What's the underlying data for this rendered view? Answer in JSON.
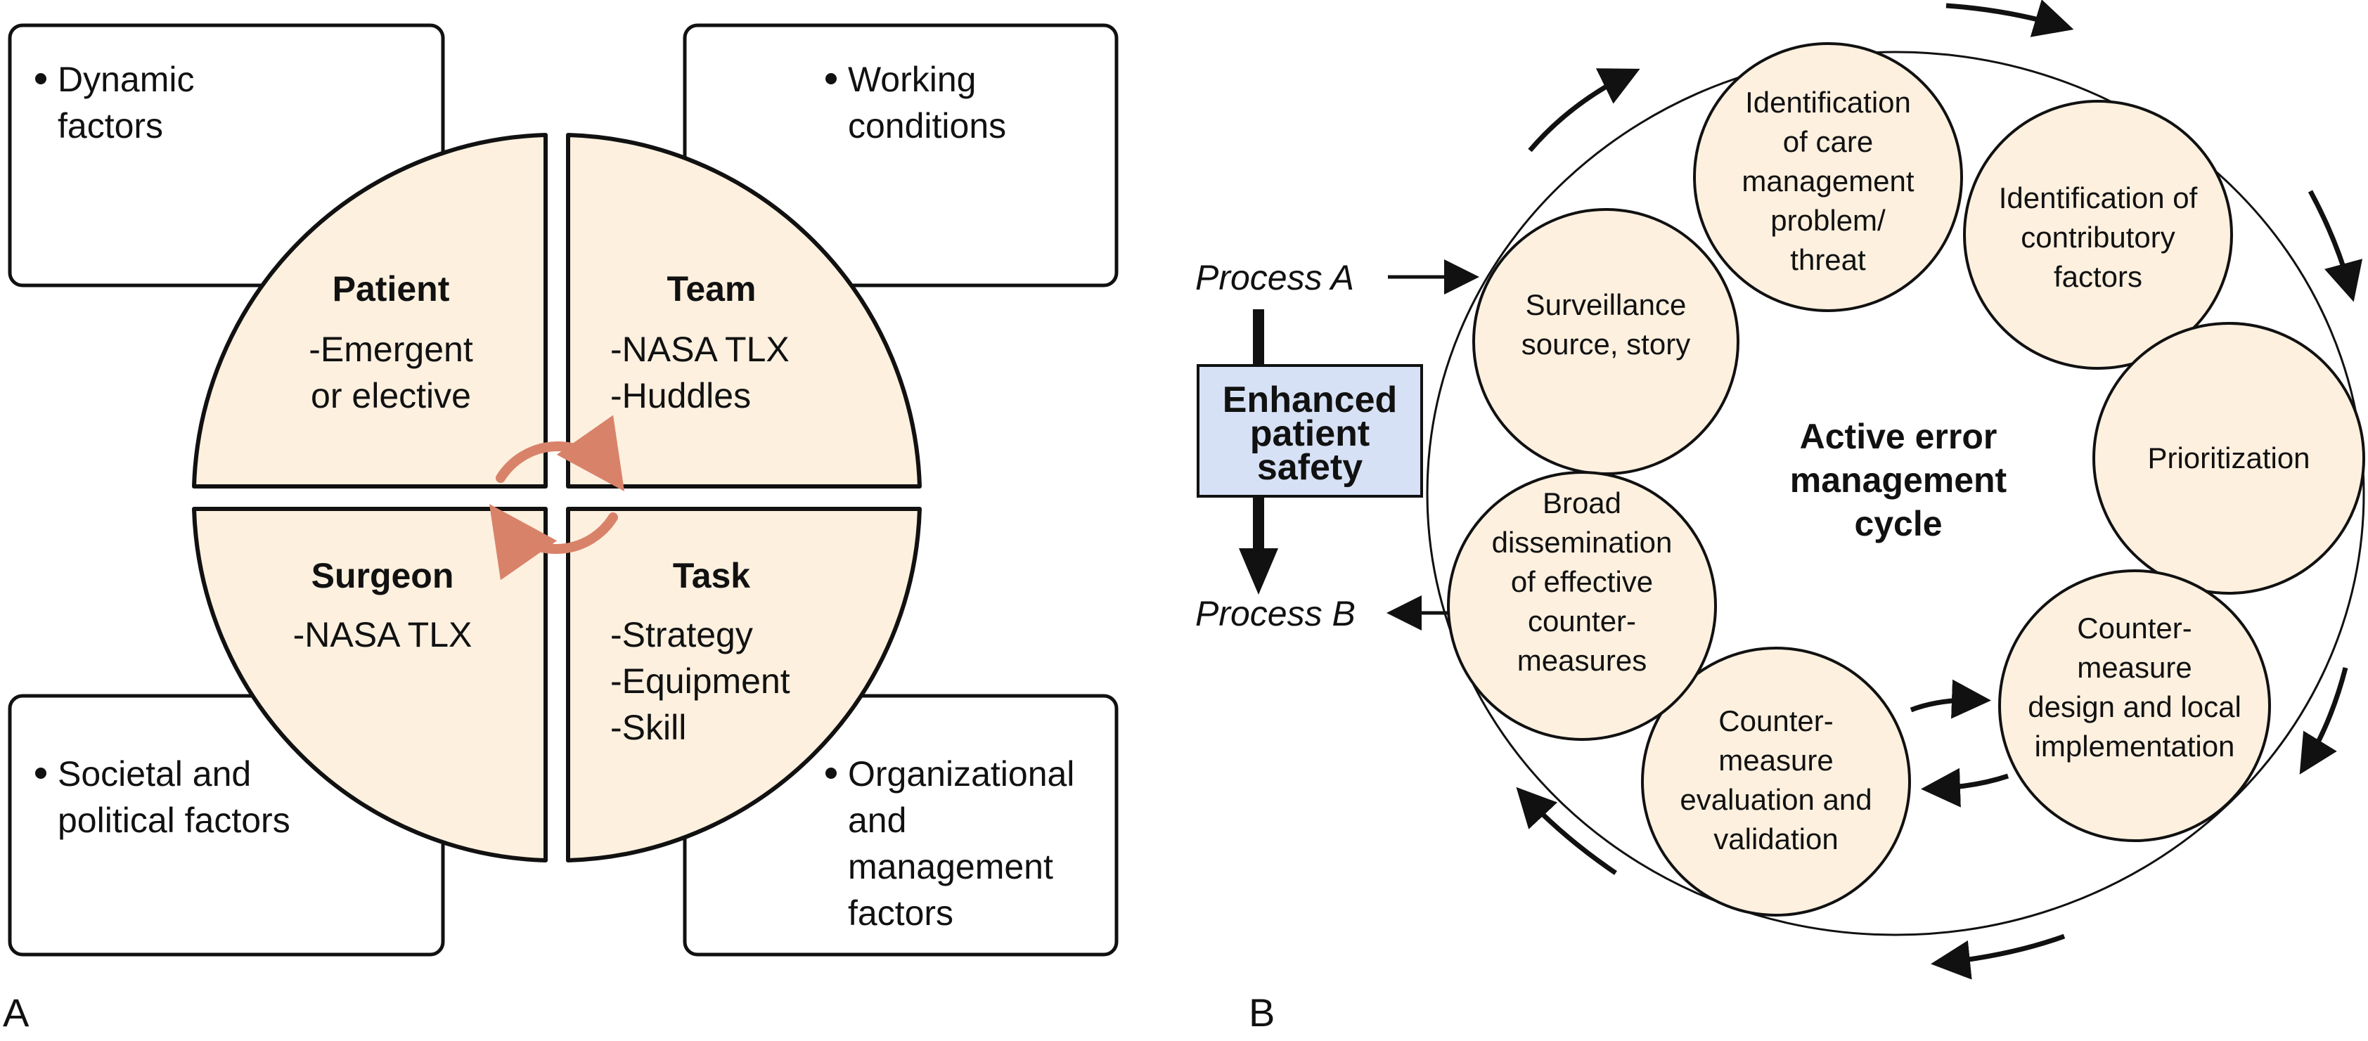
{
  "colors": {
    "quadrant_fill": "#fdf0df",
    "circle_fill": "#fdf0df",
    "box_fill": "#ffffff",
    "enhanced_fill": "#d6e1f5",
    "cycle_arrow": "#d9826a",
    "stroke": "#111111"
  },
  "panel_a": {
    "label": "A",
    "boxes": {
      "top_left": [
        "Dynamic",
        "factors"
      ],
      "top_right": [
        "Working",
        "conditions"
      ],
      "bottom_left": [
        "Societal and",
        "political factors"
      ],
      "bottom_right": [
        "Organizational",
        "and",
        "management",
        "factors"
      ]
    },
    "quadrants": {
      "patient": {
        "title": "Patient",
        "lines": [
          "-Emergent",
          "or elective"
        ]
      },
      "team": {
        "title": "Team",
        "lines": [
          "-NASA TLX",
          "-Huddles"
        ]
      },
      "surgeon": {
        "title": "Surgeon",
        "lines": [
          "-NASA TLX"
        ]
      },
      "task": {
        "title": "Task",
        "lines": [
          "-Strategy",
          "-Equipment",
          "-Skill"
        ]
      }
    }
  },
  "panel_b": {
    "label": "B",
    "process_a": "Process A",
    "process_b": "Process B",
    "enhanced": [
      "Enhanced",
      "patient",
      "safety"
    ],
    "center": [
      "Active error",
      "management",
      "cycle"
    ],
    "steps": {
      "surveillance": [
        "Surveillance",
        "source, story"
      ],
      "identification_problem": [
        "Identification",
        "of care",
        "management",
        "problem/",
        "threat"
      ],
      "identification_factors": [
        "Identification of",
        "contributory",
        "factors"
      ],
      "prioritization": [
        "Prioritization"
      ],
      "design": [
        "Counter-",
        "measure",
        "design and local",
        "implementation"
      ],
      "evaluation": [
        "Counter-",
        "measure",
        "evaluation and",
        "validation"
      ],
      "dissemination": [
        "Broad",
        "dissemination",
        "of effective",
        "counter-",
        "measures"
      ]
    }
  }
}
